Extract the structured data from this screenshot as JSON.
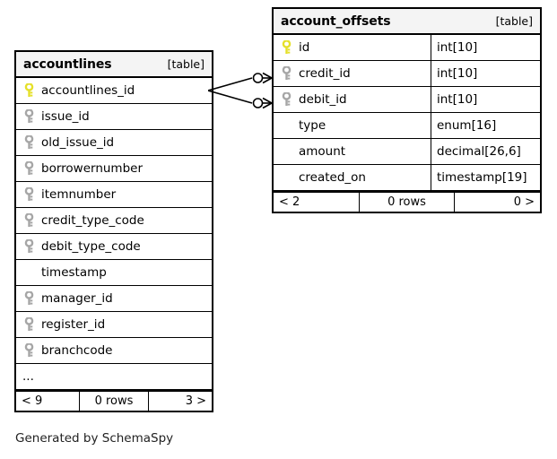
{
  "diagram": {
    "caption": "Generated by SchemaSpy",
    "table_tag": "[table]",
    "colors": {
      "primary_key": "#e5e02a",
      "foreign_key": "#a6a6a6",
      "border": "#000000",
      "header_background": "#f4f4f4",
      "background": "#ffffff"
    }
  },
  "tables": [
    {
      "name": "accountlines",
      "tag": "[table]",
      "columns": [
        {
          "name": "accountlines_id",
          "key": "primary",
          "type": ""
        },
        {
          "name": "issue_id",
          "key": "foreign",
          "type": ""
        },
        {
          "name": "old_issue_id",
          "key": "foreign",
          "type": ""
        },
        {
          "name": "borrowernumber",
          "key": "foreign",
          "type": ""
        },
        {
          "name": "itemnumber",
          "key": "foreign",
          "type": ""
        },
        {
          "name": "credit_type_code",
          "key": "foreign",
          "type": ""
        },
        {
          "name": "debit_type_code",
          "key": "foreign",
          "type": ""
        },
        {
          "name": "timestamp",
          "key": "none",
          "type": ""
        },
        {
          "name": "manager_id",
          "key": "foreign",
          "type": ""
        },
        {
          "name": "register_id",
          "key": "foreign",
          "type": ""
        },
        {
          "name": "branchcode",
          "key": "foreign",
          "type": ""
        },
        {
          "name": "...",
          "key": "none",
          "type": ""
        }
      ],
      "footer": {
        "prev": "< 9",
        "rows": "0 rows",
        "next": "3 >"
      }
    },
    {
      "name": "account_offsets",
      "tag": "[table]",
      "columns": [
        {
          "name": "id",
          "key": "primary",
          "type": "int[10]"
        },
        {
          "name": "credit_id",
          "key": "foreign",
          "type": "int[10]"
        },
        {
          "name": "debit_id",
          "key": "foreign",
          "type": "int[10]"
        },
        {
          "name": "type",
          "key": "none",
          "type": "enum[16]"
        },
        {
          "name": "amount",
          "key": "none",
          "type": "decimal[26,6]"
        },
        {
          "name": "created_on",
          "key": "none",
          "type": "timestamp[19]"
        }
      ],
      "footer": {
        "prev": "< 2",
        "rows": "0 rows",
        "next": "0 >"
      }
    }
  ],
  "relationships": [
    {
      "from_table": "accountlines",
      "from_column": "accountlines_id",
      "to_table": "account_offsets",
      "to_column": "credit_id",
      "notation": "zero-or-many"
    },
    {
      "from_table": "accountlines",
      "from_column": "accountlines_id",
      "to_table": "account_offsets",
      "to_column": "debit_id",
      "notation": "zero-or-many"
    }
  ]
}
